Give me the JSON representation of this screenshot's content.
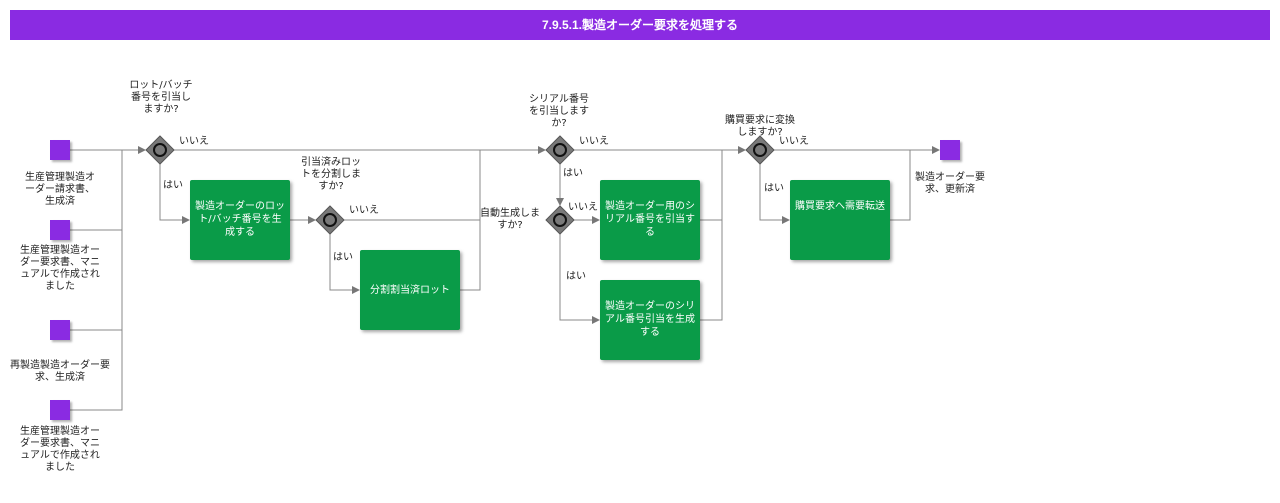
{
  "title": "7.9.5.1.製造オーダー要求を処理する",
  "start_events": [
    "生産管理製造オーダー請求書、生成済",
    "生産管理製造オーダー要求書、マニュアルで作成されました",
    "再製造製造オーダー要求、生成済",
    "生産管理製造オーダー要求書、マニュアルで作成されました"
  ],
  "end_event": "製造オーダー要求、更新済",
  "gateways": {
    "g1": "ロット/バッチ番号を引当しますか?",
    "g2": "引当済みロットを分割しますか?",
    "g3": "シリアル番号を引当しますか?",
    "g4": "自動生成しますか?",
    "g5": "購買要求に変換しますか?"
  },
  "tasks": {
    "t1": "製造オーダーのロット/バッチ番号を生成する",
    "t2": "分割割当済ロット",
    "t3": "製造オーダー用のシリアル番号を引当する",
    "t4": "製造オーダーのシリアル番号引当を生成する",
    "t5": "購買要求へ需要転送"
  },
  "flow_labels": {
    "g1_no": "いいえ",
    "g1_yes": "はい",
    "g2_no": "いいえ",
    "g2_yes": "はい",
    "g3_no": "いいえ",
    "g3_yes": "はい",
    "g4_no": "いいえ",
    "g4_yes": "はい",
    "g5_no": "いいえ",
    "g5_yes": "はい"
  },
  "colors": {
    "event": "#8a2be2",
    "task": "#0a9b48",
    "gateway": "#7a7a7a",
    "title_bar": "#8a2be2"
  }
}
